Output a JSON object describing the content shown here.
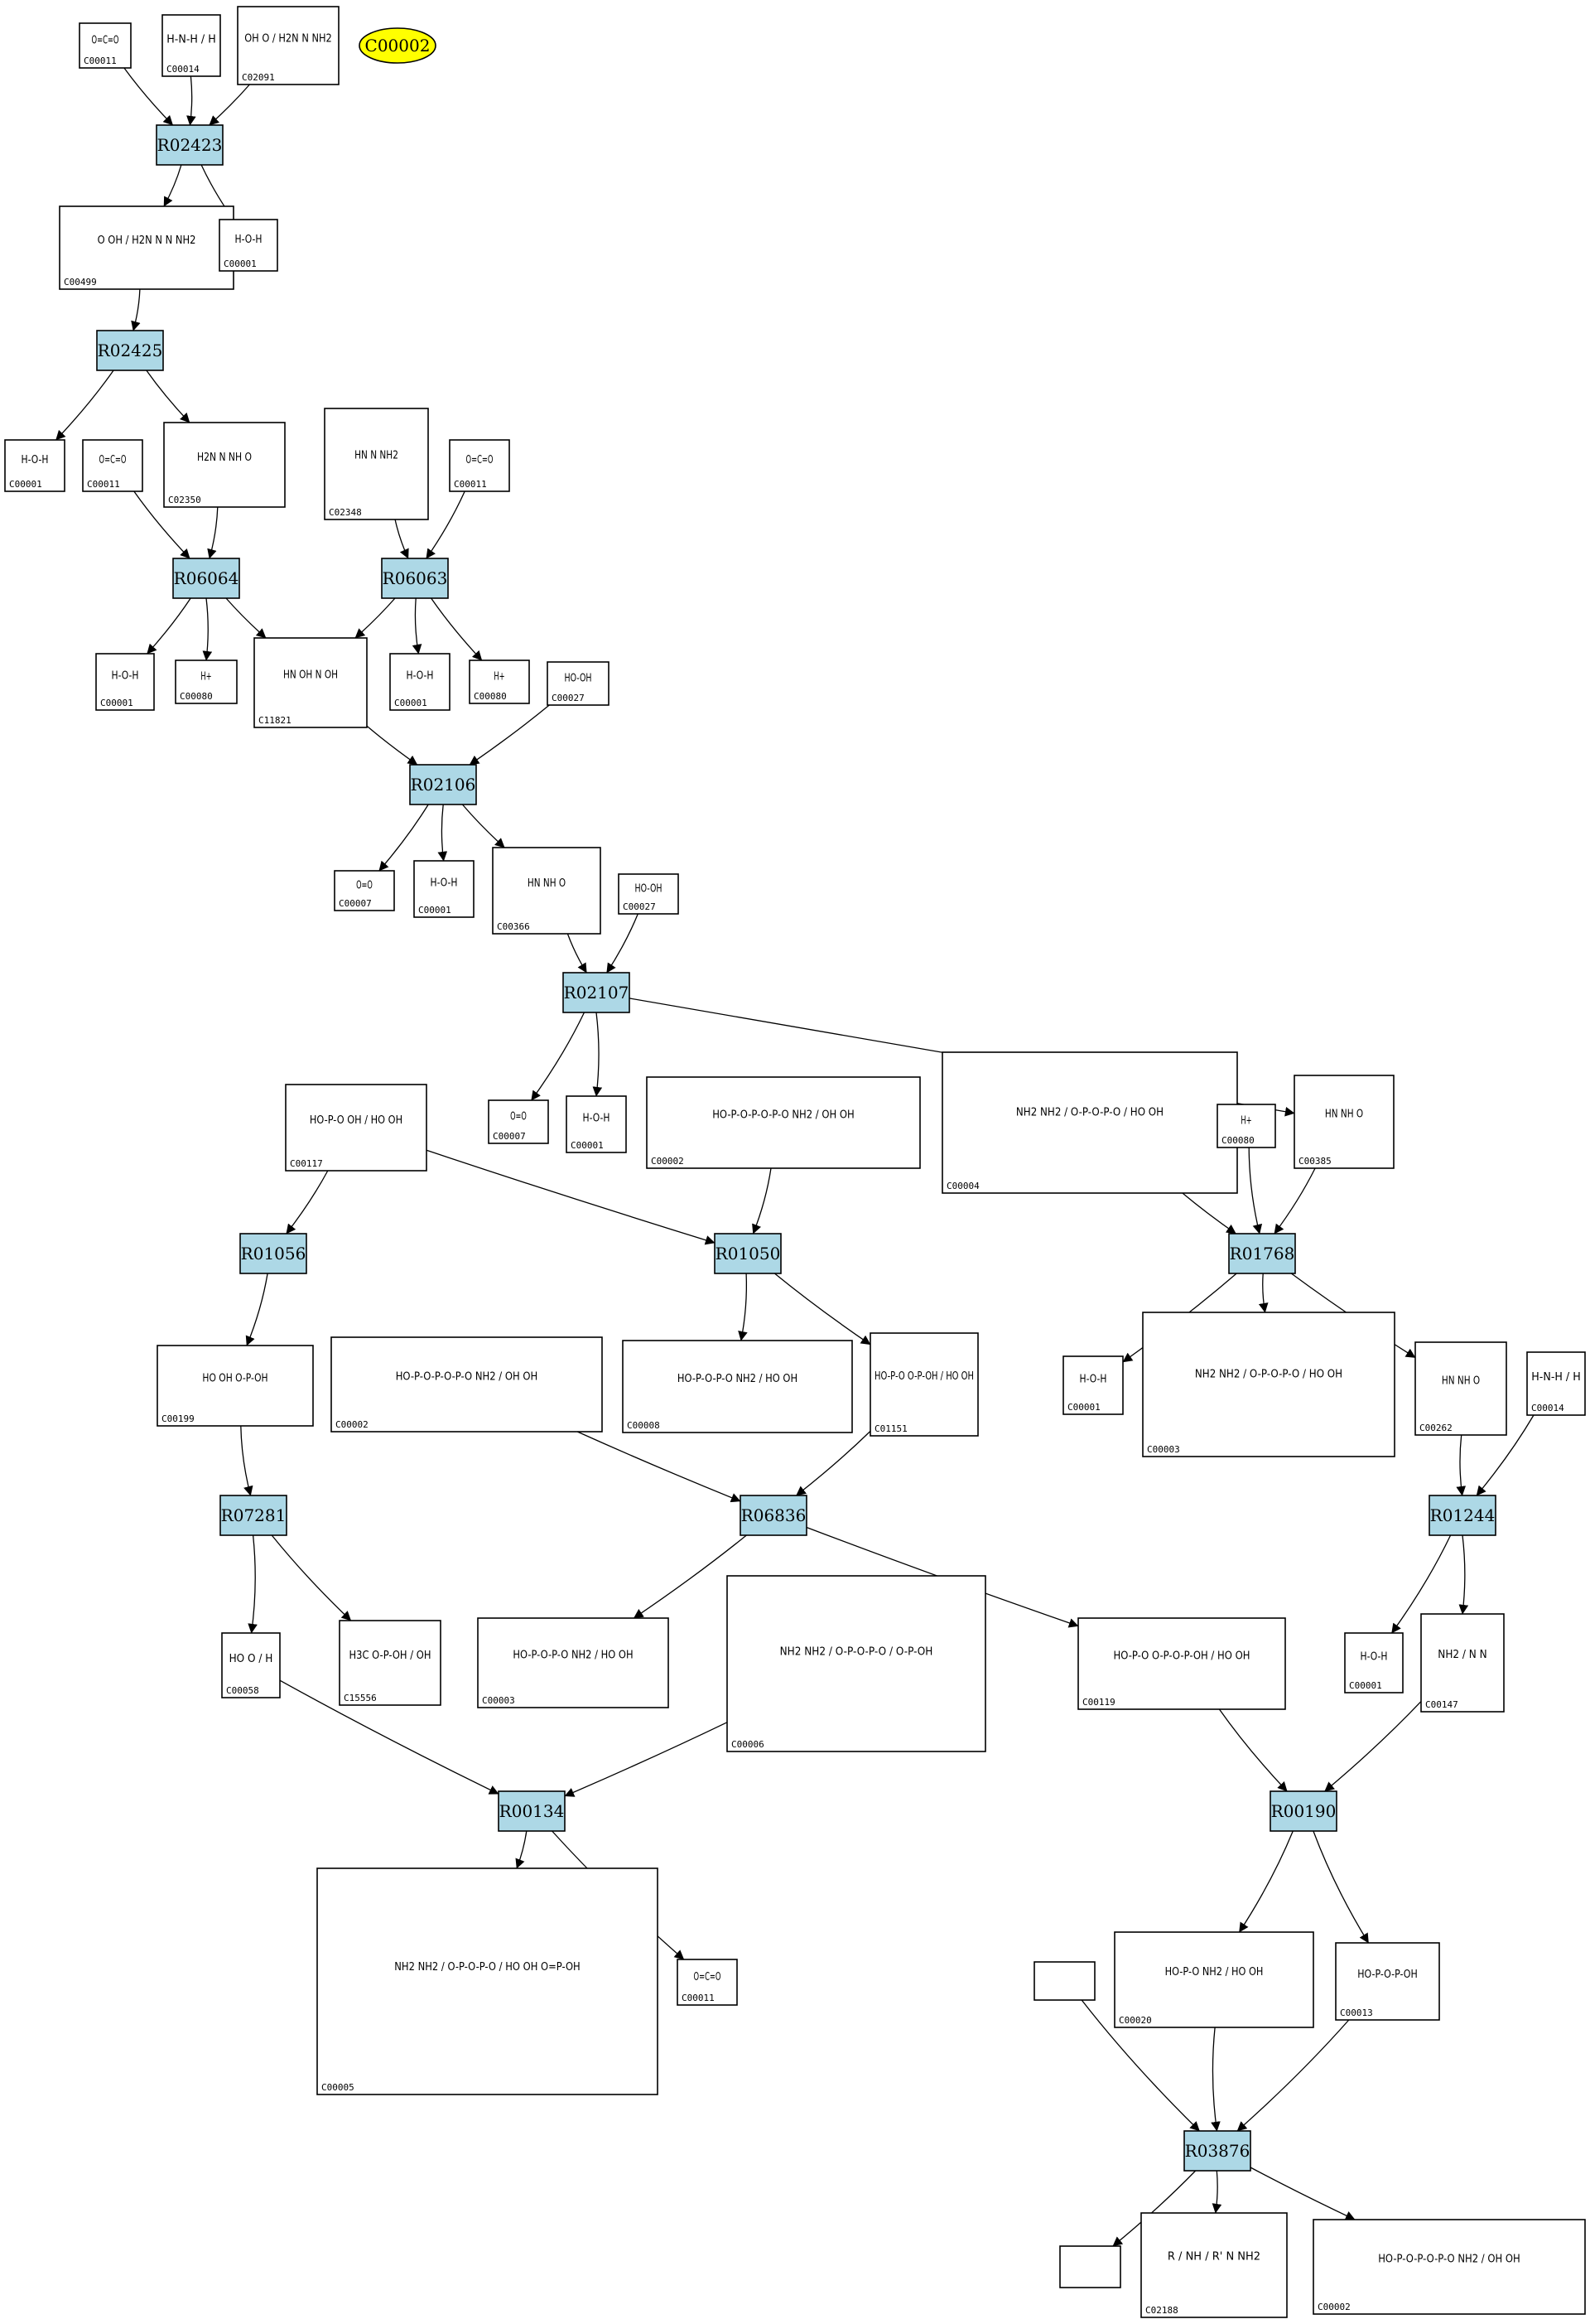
{
  "target_compound": "C00002",
  "colors": {
    "reaction_fill": "#add8e6",
    "target_fill": "#ffff00",
    "compound_fill": "#ffffff",
    "stroke": "#000000"
  },
  "reactions": [
    {
      "id": "R02423"
    },
    {
      "id": "R02425"
    },
    {
      "id": "R06064"
    },
    {
      "id": "R06063"
    },
    {
      "id": "R02106"
    },
    {
      "id": "R02107"
    },
    {
      "id": "R01056"
    },
    {
      "id": "R01050"
    },
    {
      "id": "R01768"
    },
    {
      "id": "R07281"
    },
    {
      "id": "R06836"
    },
    {
      "id": "R01244"
    },
    {
      "id": "R00134"
    },
    {
      "id": "R00190"
    },
    {
      "id": "R03876"
    }
  ],
  "compounds": [
    {
      "id": "C00011",
      "structure": "O=C=O"
    },
    {
      "id": "C00014",
      "structure": "H-N-H / H"
    },
    {
      "id": "C02091",
      "structure": "OH O / H2N N NH2"
    },
    {
      "id": "C00499",
      "structure": "O OH / H2N N N NH2"
    },
    {
      "id": "C00001",
      "structure": "H-O-H"
    },
    {
      "id": "C00001",
      "structure": "H-O-H"
    },
    {
      "id": "C02350",
      "structure": "H2N N NH O"
    },
    {
      "id": "C00011",
      "structure": "O=C=O"
    },
    {
      "id": "C02348",
      "structure": "HN N NH2"
    },
    {
      "id": "C00011",
      "structure": "O=C=O"
    },
    {
      "id": "C00001",
      "structure": "H-O-H"
    },
    {
      "id": "C00080",
      "structure": "H+"
    },
    {
      "id": "C11821",
      "structure": "HN OH N OH"
    },
    {
      "id": "C00001",
      "structure": "H-O-H"
    },
    {
      "id": "C00080",
      "structure": "H+"
    },
    {
      "id": "C00027",
      "structure": "HO-OH"
    },
    {
      "id": "C00007",
      "structure": "O=O"
    },
    {
      "id": "C00001",
      "structure": "H-O-H"
    },
    {
      "id": "C00366",
      "structure": "HN NH O"
    },
    {
      "id": "C00027",
      "structure": "HO-OH"
    },
    {
      "id": "C00007",
      "structure": "O=O"
    },
    {
      "id": "C00001",
      "structure": "H-O-H"
    },
    {
      "id": "C00117",
      "structure": "HO-P-O OH / HO OH"
    },
    {
      "id": "C00002",
      "structure": "HO-P-O-P-O-P-O NH2 / OH OH"
    },
    {
      "id": "C00004",
      "structure": "NH2 NH2 / O-P-O-P-O / HO OH"
    },
    {
      "id": "C00080",
      "structure": "H+"
    },
    {
      "id": "C00385",
      "structure": "HN NH O"
    },
    {
      "id": "C00199",
      "structure": "HO OH O-P-OH"
    },
    {
      "id": "C00002",
      "structure": "HO-P-O-P-O-P-O NH2 / OH OH"
    },
    {
      "id": "C00008",
      "structure": "HO-P-O-P-O NH2 / HO OH"
    },
    {
      "id": "C01151",
      "structure": "HO-P-O O-P-OH / HO OH"
    },
    {
      "id": "C00001",
      "structure": "H-O-H"
    },
    {
      "id": "C00003",
      "structure": "NH2 NH2 / O-P-O-P-O / HO OH"
    },
    {
      "id": "C00262",
      "structure": "HN NH O"
    },
    {
      "id": "C00014",
      "structure": "H-N-H / H"
    },
    {
      "id": "C00058",
      "structure": "HO O / H"
    },
    {
      "id": "C15556",
      "structure": "H3C O-P-OH / OH"
    },
    {
      "id": "C00003",
      "structure": "HO-P-O-P-O NH2 / HO OH"
    },
    {
      "id": "C00006",
      "structure": "NH2 NH2 / O-P-O-P-O / O-P-OH"
    },
    {
      "id": "C00119",
      "structure": "HO-P-O O-P-O-P-OH / HO OH"
    },
    {
      "id": "C00001",
      "structure": "H-O-H"
    },
    {
      "id": "C00147",
      "structure": "NH2 / N N"
    },
    {
      "id": "C00005",
      "structure": "NH2 NH2 / O-P-O-P-O / HO OH O=P-OH"
    },
    {
      "id": "C00011",
      "structure": "O=C=O"
    },
    {
      "id": "C00020",
      "structure": "HO-P-O NH2 / HO OH"
    },
    {
      "id": "C00013",
      "structure": "HO-P-O-P-OH"
    },
    {
      "id": "",
      "structure": ""
    },
    {
      "id": "C02188",
      "structure": "R / NH / R' N NH2"
    },
    {
      "id": "C00002",
      "structure": "HO-P-O-P-O-P-O NH2 / OH OH"
    },
    {
      "id": "",
      "structure": ""
    }
  ],
  "edges": [
    [
      "c:0",
      "r:0"
    ],
    [
      "c:1",
      "r:0"
    ],
    [
      "c:2",
      "r:0"
    ],
    [
      "r:0",
      "c:3"
    ],
    [
      "r:0",
      "c:4"
    ],
    [
      "c:3",
      "r:1"
    ],
    [
      "r:1",
      "c:5"
    ],
    [
      "r:1",
      "c:6"
    ],
    [
      "c:7",
      "r:2"
    ],
    [
      "c:6",
      "r:2"
    ],
    [
      "r:2",
      "c:10"
    ],
    [
      "r:2",
      "c:11"
    ],
    [
      "r:2",
      "c:12"
    ],
    [
      "c:8",
      "r:3"
    ],
    [
      "c:9",
      "r:3"
    ],
    [
      "r:3",
      "c:12"
    ],
    [
      "r:3",
      "c:13"
    ],
    [
      "r:3",
      "c:14"
    ],
    [
      "c:12",
      "r:4"
    ],
    [
      "c:15",
      "r:4"
    ],
    [
      "r:4",
      "c:16"
    ],
    [
      "r:4",
      "c:17"
    ],
    [
      "r:4",
      "c:18"
    ],
    [
      "c:18",
      "r:5"
    ],
    [
      "c:19",
      "r:5"
    ],
    [
      "r:5",
      "c:20"
    ],
    [
      "r:5",
      "c:21"
    ],
    [
      "r:5",
      "c:26"
    ],
    [
      "c:22",
      "r:6"
    ],
    [
      "r:6",
      "c:27"
    ],
    [
      "c:22",
      "r:7"
    ],
    [
      "c:23",
      "r:7"
    ],
    [
      "r:7",
      "c:29"
    ],
    [
      "r:7",
      "c:30"
    ],
    [
      "c:24",
      "r:8"
    ],
    [
      "c:25",
      "r:8"
    ],
    [
      "c:26",
      "r:8"
    ],
    [
      "r:8",
      "c:31"
    ],
    [
      "r:8",
      "c:32"
    ],
    [
      "r:8",
      "c:33"
    ],
    [
      "c:27",
      "r:9"
    ],
    [
      "r:9",
      "c:35"
    ],
    [
      "r:9",
      "c:36"
    ],
    [
      "c:28",
      "r:10"
    ],
    [
      "c:30",
      "r:10"
    ],
    [
      "r:10",
      "c:37"
    ],
    [
      "r:10",
      "c:39"
    ],
    [
      "c:33",
      "r:11"
    ],
    [
      "c:34",
      "r:11"
    ],
    [
      "r:11",
      "c:40"
    ],
    [
      "r:11",
      "c:41"
    ],
    [
      "c:35",
      "r:12"
    ],
    [
      "c:38",
      "r:12"
    ],
    [
      "r:12",
      "c:42"
    ],
    [
      "r:12",
      "c:43"
    ],
    [
      "c:39",
      "r:13"
    ],
    [
      "c:41",
      "r:13"
    ],
    [
      "r:13",
      "c:44"
    ],
    [
      "r:13",
      "c:45"
    ],
    [
      "c:46",
      "r:14"
    ],
    [
      "c:44",
      "r:14"
    ],
    [
      "c:45",
      "r:14"
    ],
    [
      "r:14",
      "c:49"
    ],
    [
      "r:14",
      "c:47"
    ],
    [
      "r:14",
      "c:48"
    ]
  ]
}
